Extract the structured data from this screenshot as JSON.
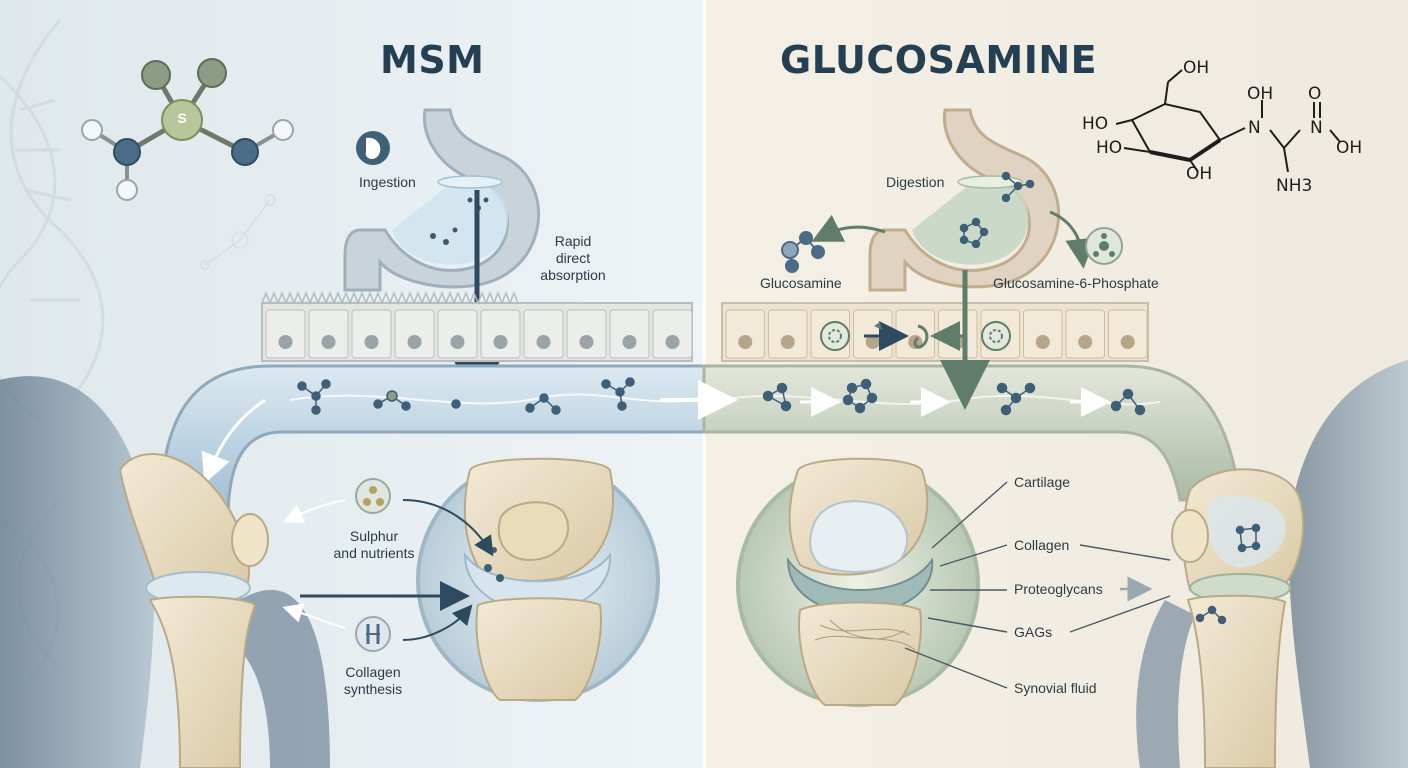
{
  "titles": {
    "left": "MSM",
    "right": "GLUCOSAMINE"
  },
  "msm": {
    "sulfur_atom": "S",
    "ingestion": "Ingestion",
    "absorption_line1": "Rapid",
    "absorption_line2": "direct",
    "absorption_line3": "absorption",
    "sulphur_line1": "Sulphur",
    "sulphur_line2": "and nutrients",
    "collagen_line1": "Collagen",
    "collagen_line2": "synthesis"
  },
  "glucosamine": {
    "digestion": "Digestion",
    "glucosamine_label": "Glucosamine",
    "g6p_label": "Glucosamine-6-Phosphate",
    "cartilage": "Cartilage",
    "collagen": "Collagen",
    "proteoglycans": "Proteoglycans",
    "gags": "GAGs",
    "synovial_fluid": "Synovial fluid"
  },
  "chemical_structure": {
    "oh_top": "OH",
    "ho_left1": "HO",
    "ho_left2": "HO",
    "oh_bottom": "OH",
    "n1": "N",
    "oh_n1": "OH",
    "o_top": "O",
    "n2": "N",
    "oh_right": "OH",
    "nh3": "NH3"
  },
  "colors": {
    "left_bg": "#e6edf0",
    "right_bg": "#f2eee4",
    "bone": "#e8dcc0",
    "msm_fluid": "#bcd7e6",
    "glu_fluid": "#c9d6c2",
    "title": "#243f52"
  }
}
